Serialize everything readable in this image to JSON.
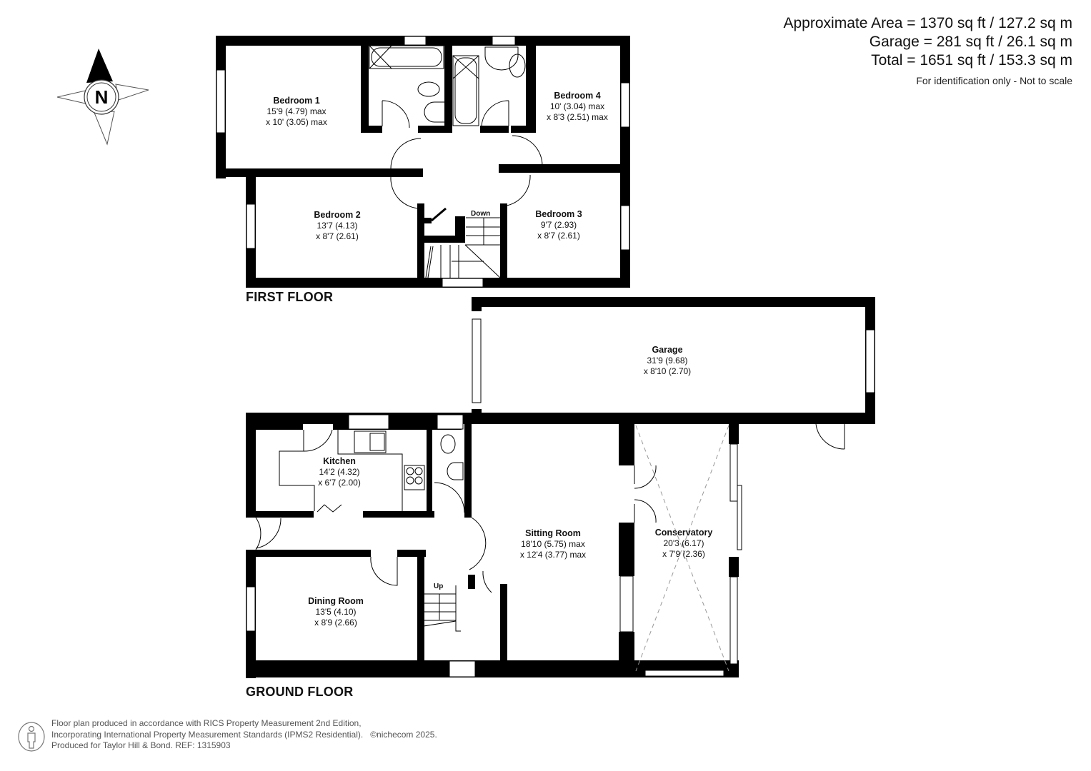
{
  "area_summary": {
    "approximate_area": "Approximate Area = 1370 sq ft / 127.2 sq m",
    "garage": "Garage = 281 sq ft / 26.1 sq m",
    "total": "Total = 1651 sq ft / 153.3 sq m",
    "disclaimer": "For identification only - Not to scale"
  },
  "compass": {
    "label": "N",
    "icon": "north-arrow-compass-icon"
  },
  "first_floor": {
    "label": "FIRST FLOOR",
    "stairs_label": "Down",
    "rooms": [
      {
        "name": "Bedroom 1",
        "dim1": "15'9 (4.79) max",
        "dim2": "x 10' (3.05) max"
      },
      {
        "name": "Bedroom 4",
        "dim1": "10' (3.04) max",
        "dim2": "x 8'3 (2.51) max"
      },
      {
        "name": "Bedroom 2",
        "dim1": "13'7 (4.13)",
        "dim2": "x 8'7 (2.61)"
      },
      {
        "name": "Bedroom 3",
        "dim1": "9'7 (2.93)",
        "dim2": "x 8'7 (2.61)"
      }
    ]
  },
  "ground_floor": {
    "label": "GROUND FLOOR",
    "stairs_label": "Up",
    "rooms": [
      {
        "name": "Garage",
        "dim1": "31'9 (9.68)",
        "dim2": "x 8'10 (2.70)"
      },
      {
        "name": "Kitchen",
        "dim1": "14'2 (4.32)",
        "dim2": "x 6'7 (2.00)"
      },
      {
        "name": "Sitting Room",
        "dim1": "18'10 (5.75) max",
        "dim2": "x 12'4 (3.77) max"
      },
      {
        "name": "Conservatory",
        "dim1": "20'3 (6.17)",
        "dim2": "x 7'9 (2.36)"
      },
      {
        "name": "Dining Room",
        "dim1": "13'5 (4.10)",
        "dim2": "x 8'9 (2.66)"
      }
    ]
  },
  "footer": {
    "line1": "Floor plan produced in accordance with RICS Property Measurement 2nd Edition,",
    "line2": "Incorporating International Property Measurement Standards (IPMS2 Residential).",
    "copyright": "©nichecom 2025.",
    "line3": "Produced for Taylor Hill & Bond.   REF: 1315903"
  },
  "colors": {
    "wall": "#000000",
    "background": "#ffffff",
    "text": "#111111",
    "footer_text": "#555555",
    "dashed": "#999999"
  }
}
